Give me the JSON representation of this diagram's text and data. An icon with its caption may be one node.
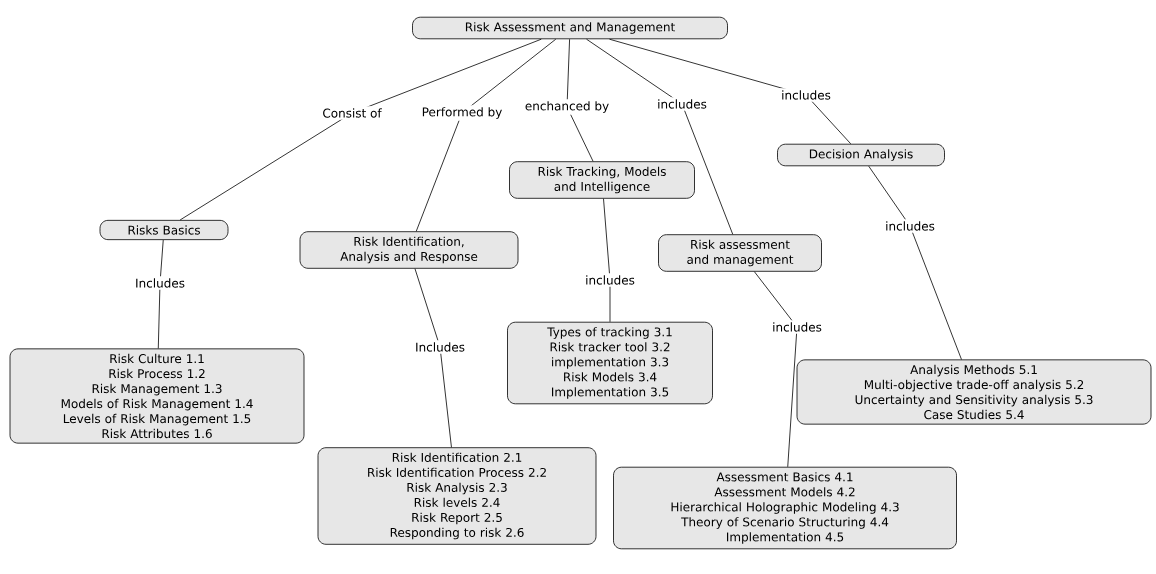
{
  "diagram": {
    "nodes": [
      {
        "text": [
          "Risk Assessment and Management"
        ]
      },
      {
        "text": [
          "Risks Basics"
        ]
      },
      {
        "text": [
          "Risk Culture 1.1",
          "Risk Process 1.2",
          "Risk Management 1.3",
          "Models of Risk Management 1.4",
          "Levels of Risk Management 1.5",
          "Risk Attributes 1.6"
        ]
      },
      {
        "text": [
          "Risk Identification, Analysis and Response"
        ]
      },
      {
        "text": [
          "Risk Identification 2.1",
          "Risk Identification Process 2.2",
          "Risk Analysis 2.3",
          "Risk levels 2.4",
          "Risk Report 2.5",
          "Responding to risk 2.6"
        ]
      },
      {
        "text": [
          "Risk Tracking, Models and Intelligence"
        ]
      },
      {
        "text": [
          "Types of tracking 3.1",
          "Risk tracker tool 3.2",
          "implementation 3.3",
          "Risk Models 3.4",
          "Implementation 3.5"
        ]
      },
      {
        "text": [
          "Risk assessment and management"
        ]
      },
      {
        "text": [
          "Assessment Basics 4.1",
          "Assessment  Models 4.2",
          "Hierarchical Holographic Modeling 4.3",
          "Theory of Scenario Structuring 4.4",
          "Implementation 4.5"
        ]
      },
      {
        "text": [
          "Decision Analysis"
        ]
      },
      {
        "text": [
          "Analysis Methods 5.1",
          "Multi-objective trade-off analysis 5.2",
          "Uncertainty and Sensitivity analysis  5.3",
          "Case Studies 5.4"
        ]
      }
    ],
    "edges": [
      {
        "from": 0,
        "to": 1,
        "arrow": "none",
        "label": "Consist of"
      },
      {
        "from": 0,
        "to": 3,
        "arrow": "none",
        "label": "Performed by"
      },
      {
        "from": 0,
        "to": 5,
        "arrow": "none",
        "label": "enchanced by"
      },
      {
        "from": 0,
        "to": 7,
        "arrow": "none",
        "label": "includes"
      },
      {
        "from": 0,
        "to": 9,
        "arrow": "none",
        "label": "includes"
      },
      {
        "from": 1,
        "to": 2,
        "arrow": "none",
        "label": "Includes"
      },
      {
        "from": 3,
        "to": 4,
        "arrow": "none",
        "label": "Includes"
      },
      {
        "from": 5,
        "to": 6,
        "arrow": "none",
        "label": "includes"
      },
      {
        "from": 7,
        "to": 8,
        "arrow": "none",
        "label": "includes"
      },
      {
        "from": 9,
        "to": 10,
        "arrow": "none",
        "label": "includes"
      }
    ]
  }
}
